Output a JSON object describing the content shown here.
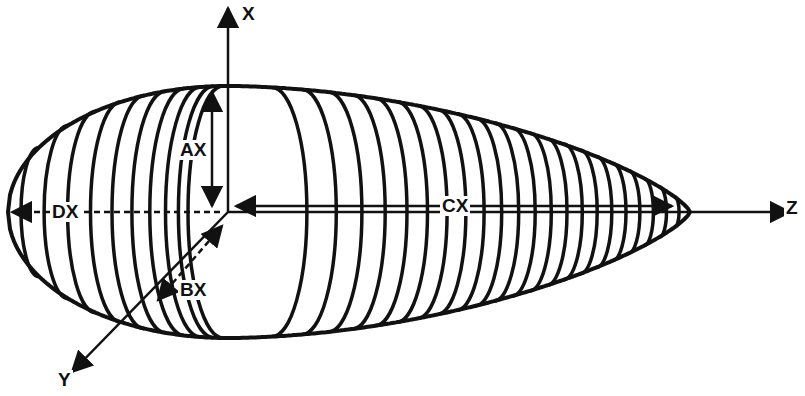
{
  "diagram": {
    "labels": [
      "X",
      "Y",
      "Z",
      "AX",
      "BX",
      "CX",
      "DX"
    ]
  }
}
